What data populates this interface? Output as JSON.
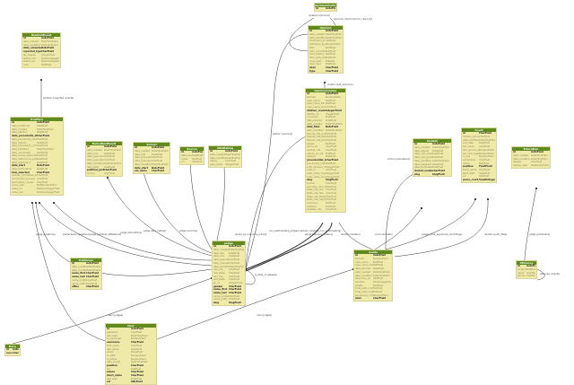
{
  "tables": [
    {
      "name": "RelatedEvent",
      "fields": [
        [
          "id",
          "AutoField",
          1
        ],
        [
          "date_created",
          "DateTimeField"
        ],
        [
          "date_modified",
          "DateTimeField"
        ],
        [
          "date_extended",
          "DateField",
          1
        ],
        [
          "reported_type",
          "CharField",
          1
        ],
        [
          "lat_degree",
          "IntegerField"
        ],
        [
          "status_min",
          "PositiveIntegerField"
        ],
        [
          "status_sec",
          "PositiveIntegerField"
        ],
        [
          "note",
          "TextField"
        ]
      ]
    },
    {
      "name": "Position",
      "fields": [
        [
          "id",
          "AutoField",
          1
        ],
        [
          "date_confirmed",
          "DateField"
        ],
        [
          "date_created",
          "DateTimeField"
        ],
        [
          "date_election",
          "DateField"
        ],
        [
          "date_precedents_start",
          "CharField",
          1
        ],
        [
          "date_precedents_termination",
          "CharField"
        ],
        [
          "date_interim",
          "DateField"
        ],
        [
          "date_precedents_committee",
          "CharField"
        ],
        [
          "date_modified",
          "DateTimeField"
        ],
        [
          "date_nominated",
          "DateField"
        ],
        [
          "date_recess_appointment",
          "DateField"
        ],
        [
          "date_referred_to_judicial",
          "DateField"
        ],
        [
          "date_retirement",
          "DateField"
        ],
        [
          "date_start",
          "DateField",
          1
        ],
        [
          "date_termination",
          "DateField"
        ],
        [
          "how_selected",
          "CharField",
          1
        ],
        [
          "judicial_committee_action",
          "CharField"
        ],
        [
          "nomination_process",
          "CharField"
        ],
        [
          "termination_reason",
          "CharField"
        ],
        [
          "voice_vote",
          "NullBooleanField"
        ],
        [
          "votes_no",
          "PositiveIntegerField"
        ],
        [
          "votes_yes",
          "PositiveIntegerField"
        ]
      ]
    },
    {
      "name": "RetentionEvent",
      "fields": [
        [
          "id",
          "AutoField",
          1
        ],
        [
          "date_created",
          "DateTimeField"
        ],
        [
          "date_end",
          "DateField"
        ],
        [
          "date_granularity_end",
          "CharField"
        ],
        [
          "date_granularity_start",
          "CharField"
        ],
        [
          "date_modified",
          "DateTimeField"
        ],
        [
          "date_start",
          "DateField"
        ],
        [
          "political_party",
          "CharField",
          1
        ],
        [
          "source",
          "CharField"
        ]
      ]
    },
    {
      "name": "School",
      "fields": [
        [
          "id",
          "AutoField",
          1
        ],
        [
          "date_created",
          "DateTimeField"
        ],
        [
          "date_end",
          "DateField"
        ],
        [
          "date_granularity_end",
          "CharField"
        ],
        [
          "date_granularity_start",
          "CharField"
        ],
        [
          "date_modified",
          "DateTimeField"
        ],
        [
          "date_start",
          "DateField",
          1
        ],
        [
          "ein_name",
          "CharField",
          1
        ]
      ]
    },
    {
      "name": "Source",
      "fields": [
        [
          "id",
          "AutoField",
          1
        ],
        [
          "date_accessed",
          "DateField"
        ],
        [
          "notes",
          "TextField"
        ],
        [
          "url",
          "URLField"
        ]
      ]
    },
    {
      "name": "ABARating",
      "fields": [
        [
          "id",
          "AutoField",
          1
        ],
        [
          "date_created",
          "DateTimeField"
        ],
        [
          "date_modified",
          "DateTimeField"
        ],
        [
          "rating",
          "CharField"
        ],
        [
          "year_rated",
          "IntegerField"
        ]
      ]
    },
    {
      "name": "OpinionCluster",
      "fields": [
        [
          "id",
          "AutoField",
          1
        ]
      ]
    },
    {
      "name": "Opinion",
      "fields": [
        [
          "id",
          "AutoField",
          1
        ],
        [
          "date_created",
          "DateTimeField"
        ],
        [
          "date_modified",
          "DateTimeField"
        ],
        [
          "download_url",
          "URLField"
        ],
        [
          "extracted_by_ocr",
          "BooleanField"
        ],
        [
          "html",
          "TextField"
        ],
        [
          "html_columbia",
          "TextField"
        ],
        [
          "html_lawbox",
          "TextField"
        ],
        [
          "html_with_citations",
          "TextField"
        ],
        [
          "local_path",
          "FileField"
        ],
        [
          "plain_text",
          "TextField"
        ],
        [
          "sha1",
          "CharField",
          1
        ],
        [
          "type",
          "CharField",
          1
        ]
      ]
    },
    {
      "name": "OpinionCluster",
      "fields": [
        [
          "id",
          "AutoField",
          1
        ],
        [
          "blocked",
          "BooleanField"
        ],
        [
          "case_name",
          "TextField"
        ],
        [
          "case_name_full",
          "TextField"
        ],
        [
          "case_name_short",
          "CharField"
        ],
        [
          "citation_count",
          "IntegerField",
          1
        ],
        [
          "citation_id",
          "IntegerField"
        ],
        [
          "correction",
          "TextField"
        ],
        [
          "date_blocked",
          "DateField"
        ],
        [
          "date_created",
          "DateTimeField"
        ],
        [
          "date_filed",
          "DateField",
          1
        ],
        [
          "date_modified",
          "DateTimeField"
        ],
        [
          "federal_cite_one",
          "CharField"
        ],
        [
          "federal_cite_two",
          "CharField"
        ],
        [
          "federal_cite_three",
          "CharField"
        ],
        [
          "judges",
          "TextField"
        ],
        [
          "lexis_cite",
          "CharField"
        ],
        [
          "neutral_cite",
          "CharField"
        ],
        [
          "nature_of_suit",
          "TextField"
        ],
        [
          "posture",
          "TextField"
        ],
        [
          "precedential_status",
          "CharField",
          1
        ],
        [
          "procedural_history",
          "TextField"
        ],
        [
          "scdb_decision_direction",
          "IntegerField"
        ],
        [
          "scdb_id",
          "CharField"
        ],
        [
          "scdb_votes_majority",
          "IntegerField"
        ],
        [
          "scdb_votes_minority",
          "IntegerField"
        ],
        [
          "slug",
          "SlugField",
          1
        ],
        [
          "source",
          "CharField"
        ],
        [
          "specialty_cite_one",
          "CharField"
        ],
        [
          "state_cite_one",
          "CharField"
        ],
        [
          "state_cite_two",
          "CharField"
        ],
        [
          "state_cite_three",
          "CharField"
        ],
        [
          "state_cite_regional",
          "CharField"
        ],
        [
          "summary",
          "TextField"
        ],
        [
          "syllabus",
          "TextField"
        ],
        [
          "westlaw_cite",
          "CharField"
        ]
      ]
    },
    {
      "name": "Docket",
      "fields": [
        [
          "id",
          "AutoField",
          1
        ],
        [
          "date_created",
          "DateTimeField"
        ],
        [
          "date_argued",
          "DateField"
        ],
        [
          "date_cert_denied",
          "DateField"
        ],
        [
          "date_cert_granted",
          "DateField"
        ],
        [
          "date_modified",
          "DateTimeField"
        ],
        [
          "date_reargued",
          "DateField"
        ],
        [
          "date_terminated",
          "DateField"
        ],
        [
          "docket_number",
          "CharField",
          1
        ],
        [
          "slug",
          "SlugField",
          1
        ]
      ]
    },
    {
      "name": "Court",
      "fields": [
        [
          "id",
          "CharField",
          1
        ],
        [
          "citation_string",
          "CharField"
        ],
        [
          "date_modified",
          "DateTimeField"
        ],
        [
          "end_date",
          "DateField"
        ],
        [
          "full_name",
          "CharField"
        ],
        [
          "has_opinion_scraper",
          "BooleanField"
        ],
        [
          "has_oral_argument",
          "BooleanField"
        ],
        [
          "in_use",
          "BooleanField"
        ],
        [
          "jurisdiction",
          "CharField"
        ],
        [
          "notes",
          "TextField"
        ],
        [
          "position",
          "FloatField",
          1
        ],
        [
          "short_name",
          "CharField"
        ],
        [
          "start_date",
          "DateField"
        ],
        [
          "url",
          "URLField"
        ],
        [
          "pacer_court_id",
          "SmallIntegerField",
          1
        ]
      ]
    },
    {
      "name": "Education",
      "fields": [
        [
          "id",
          "AutoField",
          1
        ],
        [
          "date_created",
          "DateTimeField"
        ],
        [
          "date_modified",
          "DateTimeField"
        ],
        [
          "degree",
          "CharField"
        ],
        [
          "degree_year",
          "PositiveSmallIntegerField"
        ]
      ]
    },
    {
      "name": "Judge",
      "fields": [
        [
          "id",
          "AutoField",
          1
        ],
        [
          "date_created",
          "DateTimeField"
        ],
        [
          "date_dob",
          "DateField"
        ],
        [
          "date_dod",
          "DateField"
        ],
        [
          "date_granularity_dob",
          "CharField"
        ],
        [
          "date_granularity_dod",
          "CharField"
        ],
        [
          "date_modified",
          "DateTimeField"
        ],
        [
          "dob_city",
          "CharField"
        ],
        [
          "dob_state",
          "CharField"
        ],
        [
          "dod_city",
          "CharField"
        ],
        [
          "dod_state",
          "CharField"
        ],
        [
          "fjc_id",
          "IntegerField"
        ],
        [
          "gender",
          "CharField",
          1
        ],
        [
          "name_first",
          "CharField",
          1
        ],
        [
          "name_last",
          "CharField",
          1
        ],
        [
          "name_middle",
          "CharField"
        ],
        [
          "name_suffix",
          "CharField"
        ],
        [
          "slug",
          "SlugField",
          1
        ]
      ]
    },
    {
      "name": "Audio",
      "fields": [
        [
          "id",
          "AutoField",
          1
        ],
        [
          "blocked",
          "BooleanField"
        ],
        [
          "case_name",
          "TextField"
        ],
        [
          "case_name_full",
          "TextField"
        ],
        [
          "date_blocked",
          "DateField"
        ],
        [
          "date_created",
          "DateTimeField"
        ],
        [
          "date_modified",
          "DateTimeField"
        ],
        [
          "download_url",
          "URLField"
        ],
        [
          "duration",
          "SmallIntegerField"
        ],
        [
          "judges",
          "TextField"
        ],
        [
          "local_path_mp3",
          "FileField"
        ],
        [
          "local_path_original_file",
          "FileField"
        ],
        [
          "processing_complete",
          "BooleanField"
        ],
        [
          "sha1",
          "CharField",
          1
        ]
      ]
    },
    {
      "name": "Politician",
      "fields": [
        [
          "id",
          "AutoField",
          1
        ],
        [
          "date_created",
          "DateTimeField"
        ],
        [
          "date_modified",
          "DateTimeField"
        ],
        [
          "name_first",
          "CharField",
          1
        ],
        [
          "name_last",
          "CharField",
          1
        ],
        [
          "name_middle",
          "CharField"
        ],
        [
          "name_suffix",
          "CharField"
        ],
        [
          "office",
          "CharField",
          1
        ]
      ]
    },
    {
      "name": "Attorney",
      "fields": [
        [
          "id",
          "AutoField",
          1
        ],
        [
          "contact",
          "TextField"
        ],
        [
          "name",
          "CharField"
        ],
        [
          "phone",
          "CharField"
        ]
      ]
    },
    {
      "name": "User",
      "fields": [
        [
          "id",
          "AutoField",
          1
        ],
        [
          "password",
          "CharField"
        ],
        [
          "last_login",
          "DateTimeField"
        ],
        [
          "is_superuser",
          "BooleanField"
        ],
        [
          "username",
          "CharField",
          1
        ],
        [
          "first_name",
          "CharField"
        ],
        [
          "last_name",
          "CharField"
        ],
        [
          "email",
          "EmailField"
        ],
        [
          "is_staff",
          "BooleanField"
        ],
        [
          "is_active",
          "BooleanField"
        ],
        [
          "date_joined",
          "DateTimeField"
        ],
        [
          "position",
          "CharField",
          1
        ],
        [
          "bio",
          "TextField"
        ],
        [
          "phone",
          "CharField",
          1
        ],
        [
          "short_name",
          "CharField",
          1
        ],
        [
          "last_seen",
          "DateField"
        ],
        [
          "url",
          "URLField",
          1
        ]
      ]
    },
    {
      "name": "Race",
      "fields": [
        [
          "id",
          "AutoField",
          1
        ],
        [
          "race",
          "CharField",
          1
        ]
      ]
    }
  ],
  "links": [
    "position (reported_events)",
    "judge (positions)",
    "predecessor (positions)",
    "judge (political_affiliations)",
    "judge (educations)",
    "judge (aba_ratings)",
    "judge (sources)",
    "clusters (opinions)",
    "opinions_cited (opinion_cited_by)",
    "cluster (sub_opinions)",
    "author (opinions)",
    "joined_by (opinions_joined)",
    "non_participating_judges (opinion_clusters_non_participating)",
    "panel (opinion_clusters)",
    "docket (clusters)",
    "court (dockets)",
    "judges (oral_argument_recordings)",
    "school (educations)",
    "docket (audio_files)",
    "judge (politicians)",
    "is_alias_of (aliases)",
    "user (judges)",
    "race (judges)",
    "attorney (clients)"
  ],
  "colors": {
    "header": "#5f8a1e",
    "body": "#f0eaa8"
  }
}
